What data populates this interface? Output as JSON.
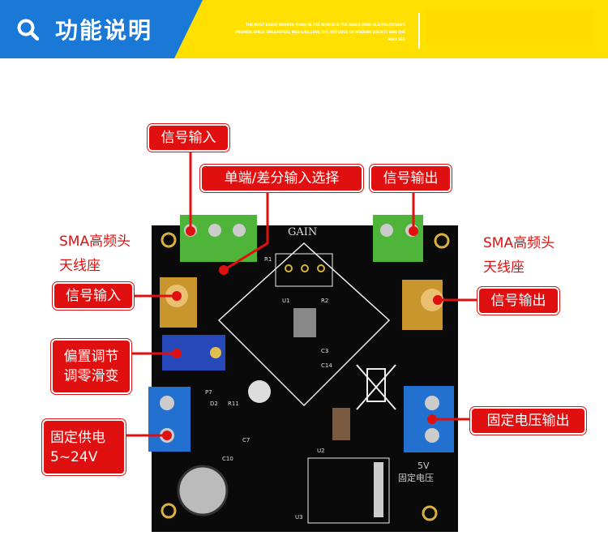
{
  "header": {
    "title": "功能说明",
    "icon": "search-icon",
    "quote": "THE MOST EASILY BROKEN THING IN THE WORLD IS THE MAN'S MIND OLD,POLITICIAN'S PROMISE,GIRLS' DREAMSTEEL MAN-LIKE,LOVE,THE VIRTUOUS OF MODERN SOCIETY AND THE HOLY SEA"
  },
  "board": {
    "gain_label": "GAIN",
    "voltage_label": "5V",
    "voltage_label2": "固定电压",
    "ref_labels": [
      "R1",
      "U1",
      "R2",
      "C14",
      "C3",
      "D2",
      "R11",
      "C10",
      "C7",
      "U2",
      "U3",
      "P7"
    ]
  },
  "callouts": {
    "signal_input_top": "信号输入",
    "single_diff_select": "单端/差分输入选择",
    "signal_output_top": "信号输出",
    "sma_left": "SMA高频头\n天线座",
    "sma_right": "SMA高频头\n天线座",
    "signal_input_sma": "信号输入",
    "signal_output_sma": "信号输出",
    "bias_adjust": "偏置调节\n调零滑变",
    "power_supply": "固定供电\n5~24V",
    "fixed_voltage_output": "固定电压输出"
  },
  "colors": {
    "accent_red": "#e01010",
    "header_blue": "#1a78d6",
    "header_yellow": "#ffe000"
  }
}
